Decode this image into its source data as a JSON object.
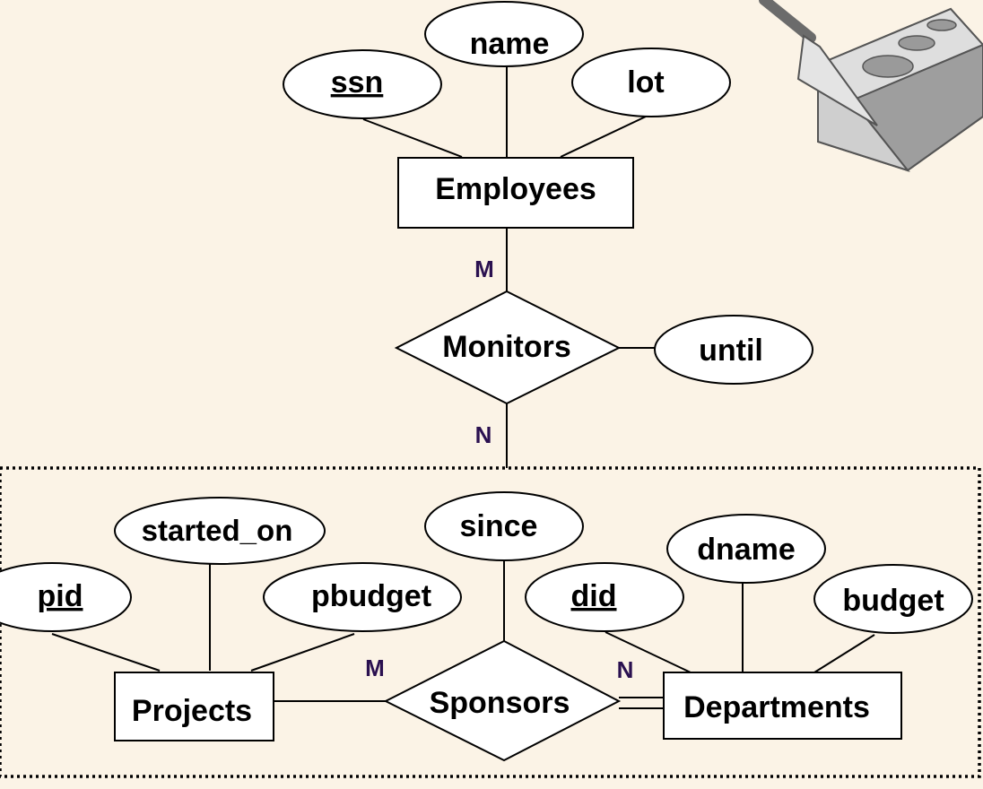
{
  "entities": {
    "employees": "Employees",
    "projects": "Projects",
    "departments": "Departments"
  },
  "relationships": {
    "monitors": "Monitors",
    "sponsors": "Sponsors"
  },
  "attributes": {
    "ssn": "ssn",
    "name": "name",
    "lot": "lot",
    "until": "until",
    "started_on": "started_on",
    "pid": "pid",
    "pbudget": "pbudget",
    "since": "since",
    "did": "did",
    "dname": "dname",
    "budget": "budget"
  },
  "cardinalities": {
    "employees_monitors": "M",
    "monitors_aggregate": "N",
    "projects_sponsors": "M",
    "sponsors_departments": "N"
  },
  "colors": {
    "background": "#FBF3E6",
    "cardinality": "#2A1050"
  }
}
